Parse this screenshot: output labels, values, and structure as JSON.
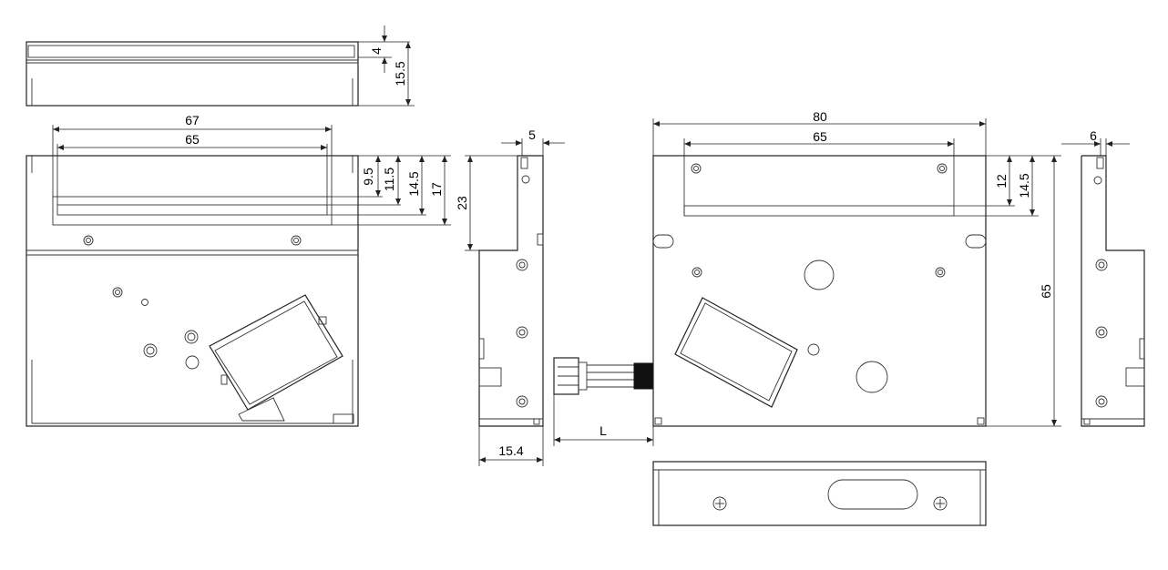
{
  "dimensions": {
    "top_view_depth_4": "4",
    "top_view_height_15_5": "15.5",
    "front_slot_width_67": "67",
    "front_slot_width_65": "65",
    "front_slot_depth_9_5": "9.5",
    "front_slot_depth_11_5": "11.5",
    "front_slot_depth_14_5": "14.5",
    "front_slot_depth_17": "17",
    "side_top_offset_5": "5",
    "side_step_height_23": "23",
    "side_depth_15_4": "15.4",
    "cable_length_L": "L",
    "rear_width_80": "80",
    "rear_slot_width_65": "65",
    "rear_slot_depth_12": "12",
    "rear_slot_depth_14_5": "14.5",
    "rear_height_65": "65",
    "right_side_offset_6": "6"
  }
}
